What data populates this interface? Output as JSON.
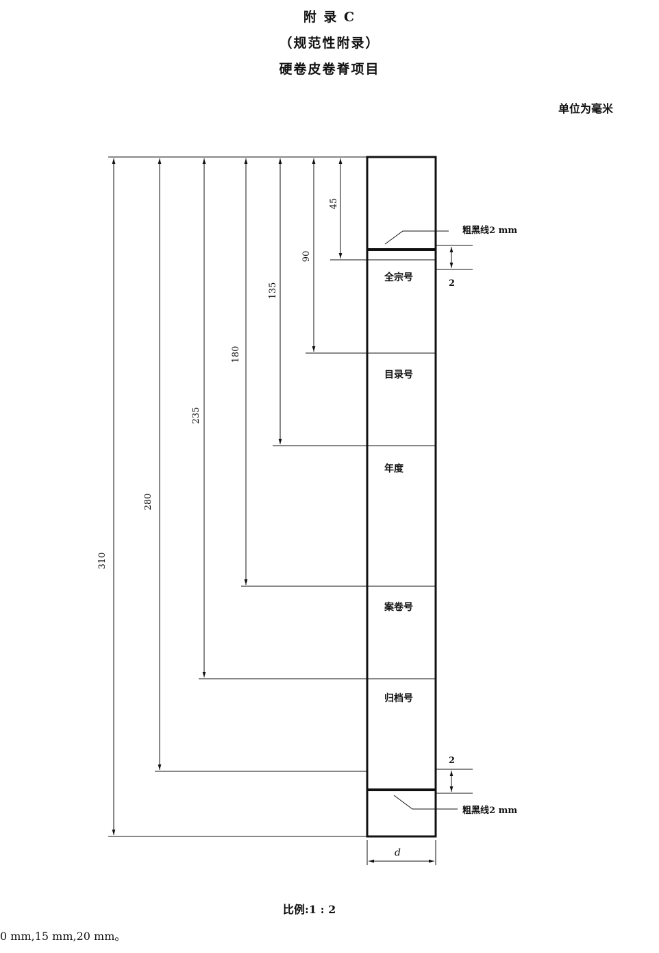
{
  "header": {
    "appendix": "附 录 C",
    "type": "（规范性附录）",
    "title": "硬卷皮卷脊项目",
    "unit": "单位为毫米"
  },
  "diagram": {
    "dimensions": [
      "45",
      "90",
      "135",
      "180",
      "235",
      "280",
      "310"
    ],
    "fields": [
      "全宗号",
      "目录号",
      "年度",
      "案卷号",
      "归档号"
    ],
    "thick_line_label_top": "粗黑线2 mm",
    "thick_line_label_bottom": "粗黑线2 mm",
    "gap_top": "2",
    "gap_bottom": "2",
    "width_symbol": "d"
  },
  "footer": {
    "scale": "比例:1 : 2",
    "note": "0 mm,15 mm,20 mm。"
  }
}
